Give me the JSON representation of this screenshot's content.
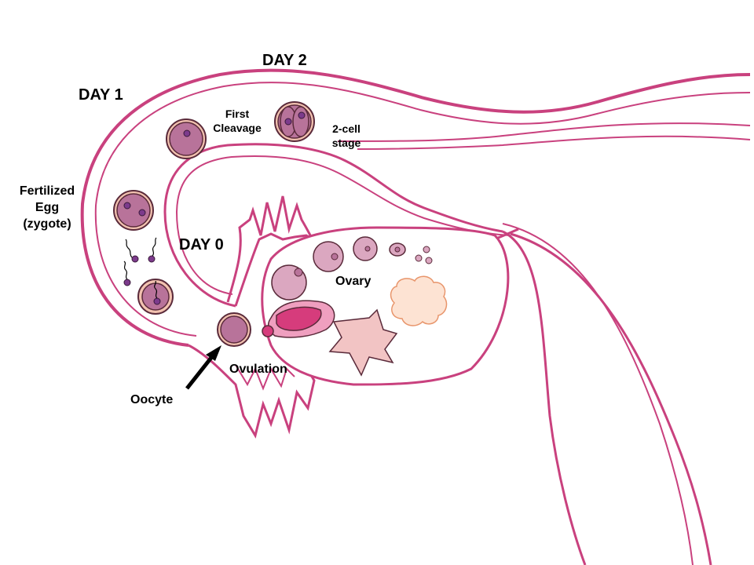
{
  "labels": {
    "day2": "DAY 2",
    "day1": "DAY 1",
    "day0": "DAY 0",
    "first_cleavage_1": "First",
    "first_cleavage_2": "Cleavage",
    "two_cell_1": "2-cell",
    "two_cell_2": "stage",
    "fertilized_1": "Fertilized",
    "fertilized_2": "Egg",
    "fertilized_3": "(zygote)",
    "ovary": "Ovary",
    "ovulation": "Ovulation",
    "oocyte": "Oocyte"
  },
  "colors": {
    "tube": "#c9417e",
    "cell_fill": "#b8739a",
    "cell_ring": "#f2c2b0",
    "cell_stroke": "#5a2a3a",
    "nucleus": "#7c3b8c",
    "follicle_light": "#dba7c0",
    "corpus_luteum": "#d63c7c",
    "corpus_albicans": "#f2c4c4",
    "atretic": "#fde3d3",
    "atretic_stroke": "#e8956b",
    "arrow": "#000000"
  }
}
